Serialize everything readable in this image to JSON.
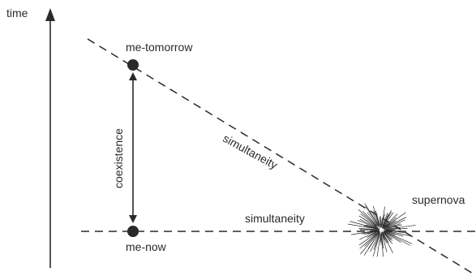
{
  "axis": {
    "label": "time"
  },
  "events": {
    "me_tomorrow": "me-tomorrow",
    "me_now": "me-now",
    "supernova": "supernova"
  },
  "relations": {
    "simultaneity_horizontal": "simultaneity",
    "simultaneity_diagonal": "simultaneity",
    "coexistence": "coexistence"
  },
  "colors": {
    "ink": "#2a2a2a",
    "background": "#ffffff"
  }
}
